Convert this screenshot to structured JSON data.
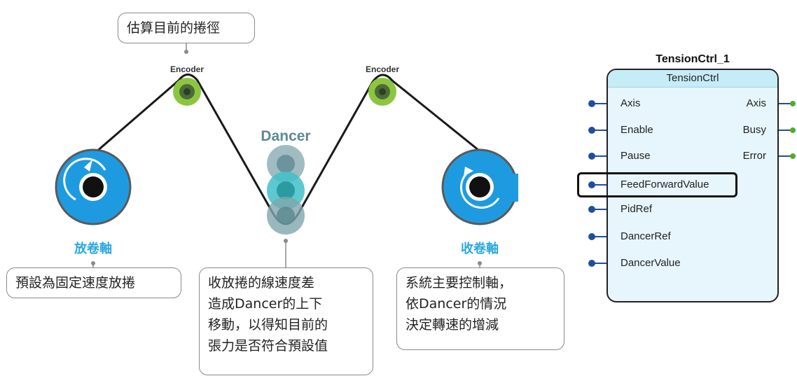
{
  "diagram": {
    "encoder_label": "Encoder",
    "dancer_label": "Dancer",
    "unwind_label": "放卷軸",
    "rewind_label": "收卷軸",
    "callouts": {
      "top": "估算目前的捲徑",
      "left": "預設為固定速度放捲",
      "middle": [
        "收放捲的線速度差",
        "造成Dancer的上下",
        "移動，以得知目前的",
        "張力是否符合預設值"
      ],
      "right": [
        "系統主要控制軸，",
        "依Dancer的情況",
        "決定轉速的增減"
      ]
    }
  },
  "function_block": {
    "instance_name": "TensionCtrl_1",
    "type_name": "TensionCtrl",
    "inputs": [
      "Axis",
      "Enable",
      "Pause",
      "FeedForwardValue",
      "PidRef",
      "DancerRef",
      "DancerValue"
    ],
    "outputs": [
      "Axis",
      "Busy",
      "Error"
    ],
    "highlighted_input": "FeedForwardValue"
  },
  "colors": {
    "roll_blue": "#1e9be0",
    "encoder_green": "#8cc63f",
    "dancer_teal": "#3fbfc8",
    "label_blue": "#29a8e0",
    "input_pin": "#1f4e9c",
    "output_pin": "#4caf2a"
  }
}
